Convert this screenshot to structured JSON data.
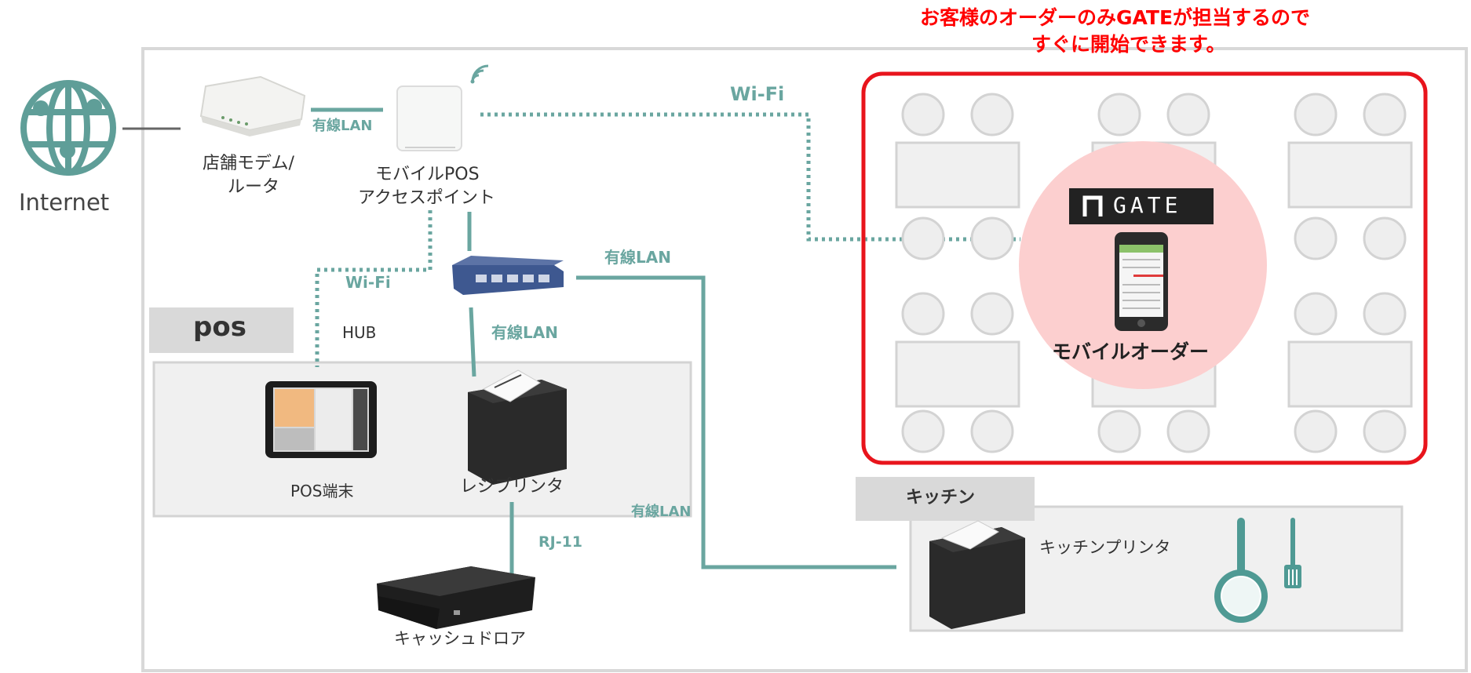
{
  "headline": {
    "line1": "お客様のオーダーのみGATEが担当するので",
    "line2": "すぐに開始できます。",
    "color": "#ff0000"
  },
  "colors": {
    "teal": "#6aa6a0",
    "frame": "#d8d8d8",
    "zone_bg": "#f0f0f0",
    "label_bg": "#d9d9d9",
    "highlight_border": "#e8141c",
    "mobile_circle": "#fccfcf"
  },
  "internet": {
    "label": "Internet",
    "icon": "globe-icon"
  },
  "modem": {
    "label_line1": "店舗モデム/",
    "label_line2": "ルータ",
    "icon": "router-icon"
  },
  "access_point": {
    "label_line1": "モバイルPOS",
    "label_line2": "アクセスポイント",
    "icon": "access-point-icon"
  },
  "hub": {
    "label": "HUB",
    "icon": "switch-hub-icon"
  },
  "pos_zone": {
    "title": "pos"
  },
  "pos_terminal": {
    "label": "POS端末",
    "icon": "tablet-icon"
  },
  "receipt_printer": {
    "label": "レジプリンタ",
    "icon": "printer-icon"
  },
  "cash_drawer": {
    "label": "キャッシュドロア",
    "icon": "cash-drawer-icon"
  },
  "kitchen_zone": {
    "title": "キッチン"
  },
  "kitchen_printer": {
    "label": "キッチンプリンタ",
    "icon": "printer-icon"
  },
  "mobile_order": {
    "label": "モバイルオーダー",
    "brand": "GATE",
    "icon": "smartphone-icon"
  },
  "connections": {
    "modem_ap": "有線LAN",
    "ap_tables": "Wi-Fi",
    "ap_pos": "Wi-Fi",
    "hub_kitchen": "有線LAN",
    "hub_printer": "有線LAN",
    "printer_drawer": "RJ-11",
    "kitchen_line": "有線LAN"
  }
}
